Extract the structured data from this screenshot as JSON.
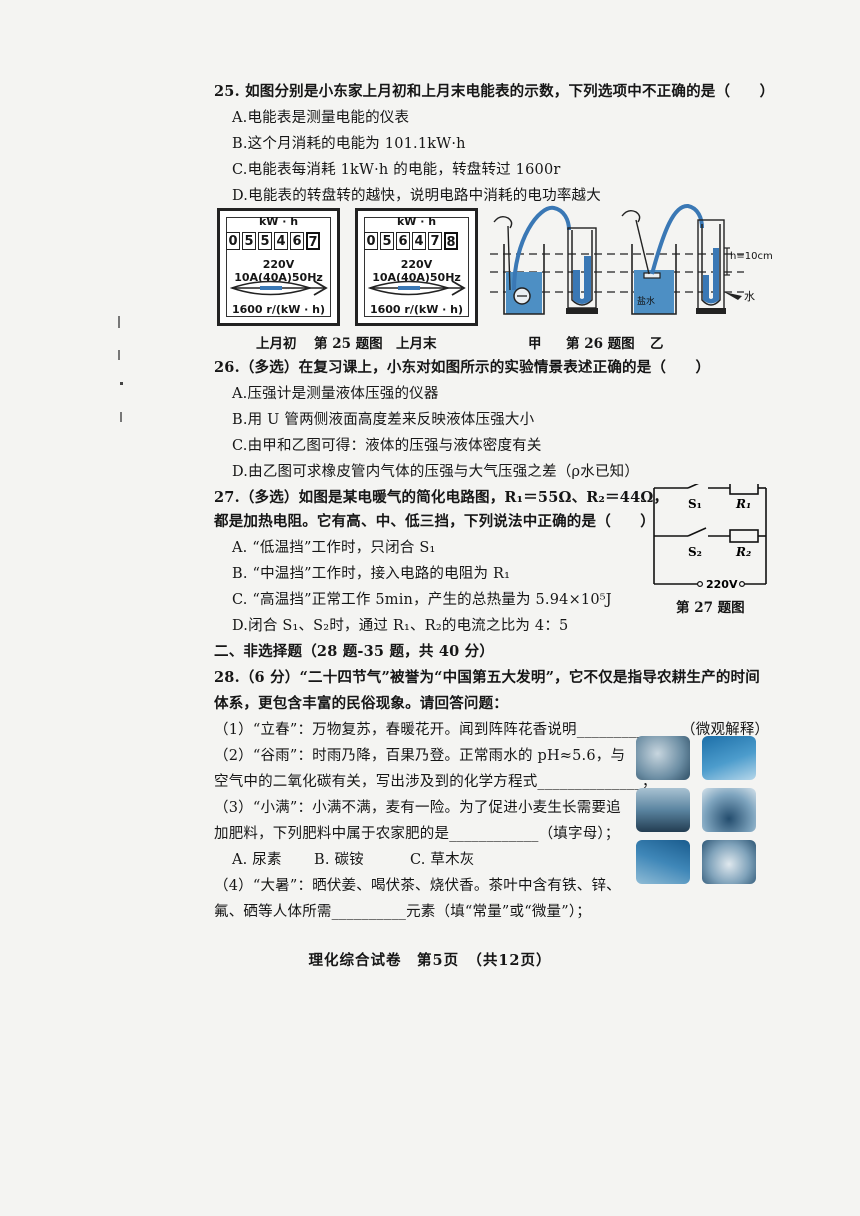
{
  "q25": {
    "stem": "25. 如图分别是小东家上月初和上月末电能表的示数，下列选项中不正确的是（　　）",
    "optA": "A.电能表是测量电能的仪表",
    "optB": "B.这个月消耗的电能为 101.1kW·h",
    "optC": "C.电能表每消耗 1kW·h 的电能，转盘转过 1600r",
    "optD": "D.电能表的转盘转的越快，说明电路中消耗的电功率越大"
  },
  "meter1": {
    "unit": "kW · h",
    "digits": [
      "0",
      "5",
      "5",
      "4",
      "6",
      "7"
    ],
    "spec": "220V 10A(40A)50Hz",
    "rate": "1600 r/(kW · h)"
  },
  "meter2": {
    "unit": "kW · h",
    "digits": [
      "0",
      "5",
      "6",
      "4",
      "7",
      "8"
    ],
    "spec": "220V 10A(40A)50Hz",
    "rate": "1600 r/(kW · h)"
  },
  "fig25": {
    "label_start": "上月初",
    "label_title": "第 25 题图",
    "label_end": "上月末"
  },
  "fig26": {
    "label_jia": "甲",
    "label_title": "第 26 题图",
    "label_yi": "乙",
    "h_label": "h=10cm",
    "salt_label": "盐水",
    "water_label": "水"
  },
  "q26": {
    "stem": "26.（多选）在复习课上，小东对如图所示的实验情景表述正确的是（　　）",
    "optA": "A.压强计是测量液体压强的仪器",
    "optB": "B.用 U 管两侧液面高度差来反映液体压强大小",
    "optC": "C.由甲和乙图可得：液体的压强与液体密度有关",
    "optD": "D.由乙图可求橡皮管内气体的压强与大气压强之差（ρ水已知）"
  },
  "q27": {
    "stem1": "27.（多选）如图是某电暖气的简化电路图，R₁＝55Ω、R₂＝44Ω，",
    "stem2": "都是加热电阻。它有高、中、低三挡，下列说法中正确的是（　　）",
    "optA": "A. “低温挡”工作时，只闭合 S₁",
    "optB": "B. “中温挡”工作时，接入电路的电阻为 R₁",
    "optC": "C. “高温挡”正常工作 5min，产生的总热量为 5.94×10⁵J",
    "optD": "D.闭合 S₁、S₂时，通过 R₁、R₂的电流之比为 4：5"
  },
  "fig27": {
    "s1": "S₁",
    "r1": "R₁",
    "s2": "S₂",
    "r2": "R₂",
    "voltage": "220V",
    "title": "第 27 题图"
  },
  "section2": "二、非选择题（28 题-35 题，共 40 分）",
  "q28": {
    "stem1": "28.（6 分）“二十四节气”被誉为“中国第五大发明”，它不仅是指导农耕生产的时间",
    "stem2": "体系，更包含丰富的民俗现象。请回答问题：",
    "p1": "（1）“立春”：万物复苏，春暖花开。闻到阵阵花香说明______________（微观解释）",
    "p2a": "（2）“谷雨”：时雨乃降，百果乃登。正常雨水的 pH≈5.6，与",
    "p2b": "空气中的二氧化碳有关，写出涉及到的化学方程式______________；",
    "p3a": "（3）“小满”：小满不满，麦有一险。为了促进小麦生长需要追",
    "p3b": "加肥料，下列肥料中属于农家肥的是____________（填字母）；",
    "p3c_a": "A. 尿素",
    "p3c_b": "B. 碳铵",
    "p3c_c": "C. 草木灰",
    "p4a": "（4）“大暑”：晒伏姜、喝伏茶、烧伏香。茶叶中含有铁、锌、",
    "p4b": "氟、硒等人体所需__________元素（填“常量”或“微量”）；"
  },
  "footer": "理化综合试卷　第5页　（共12页）"
}
